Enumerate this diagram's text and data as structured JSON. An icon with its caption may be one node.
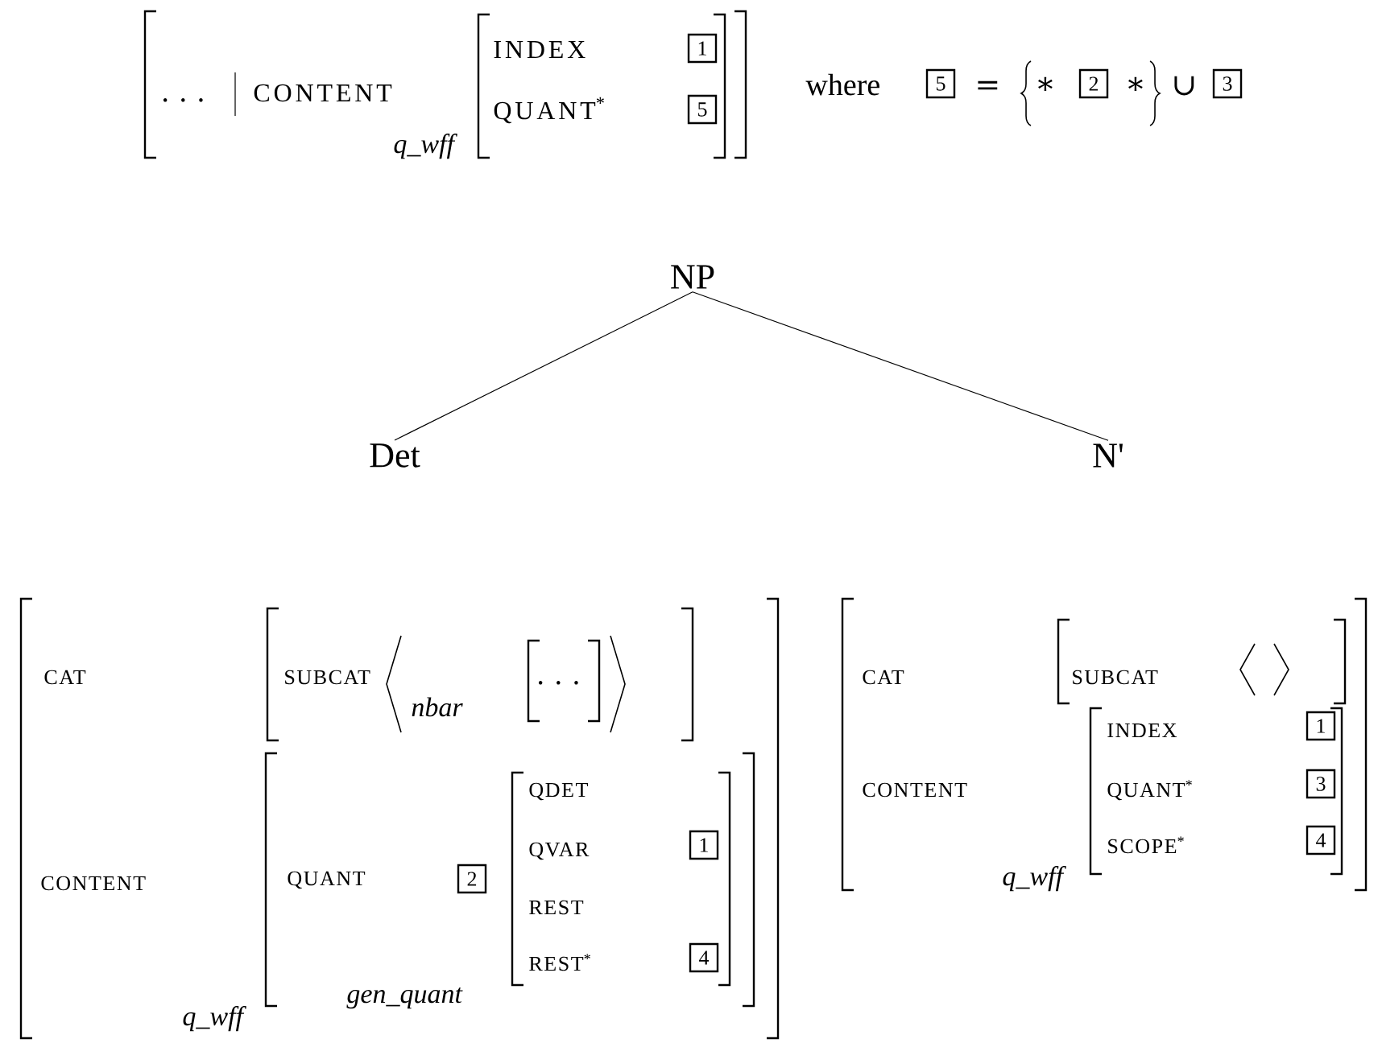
{
  "diagram": {
    "nodes": [
      {
        "text": [
          "NP"
        ]
      },
      {
        "text": [
          "Det"
        ]
      },
      {
        "text": [
          "N'"
        ]
      }
    ],
    "edges": [
      {
        "from": 0,
        "to": 1,
        "arrow": "none"
      },
      {
        "from": 0,
        "to": 2,
        "arrow": "none"
      }
    ],
    "labels": [
      ". . .",
      "CONTENT",
      "INDEX",
      "1",
      "QUANT$^{*}$",
      "5",
      "q_wff",
      "where",
      "5",
      "=",
      "*",
      "2",
      "*",
      "∪",
      "3",
      "CAT",
      "SUBCAT",
      "nbar",
      ". . .",
      "QDET",
      "CONTENT",
      "QUANT",
      "2",
      "QVAR",
      "1",
      "REST",
      "REST$^{*}$",
      "4",
      "gen_quant",
      "q_wff",
      "CAT",
      "SUBCAT",
      "CONTENT",
      "INDEX",
      "1",
      "QUANT$^{*}$",
      "3",
      "SCOPE$^{*}$",
      "4",
      "q_wff"
    ]
  }
}
